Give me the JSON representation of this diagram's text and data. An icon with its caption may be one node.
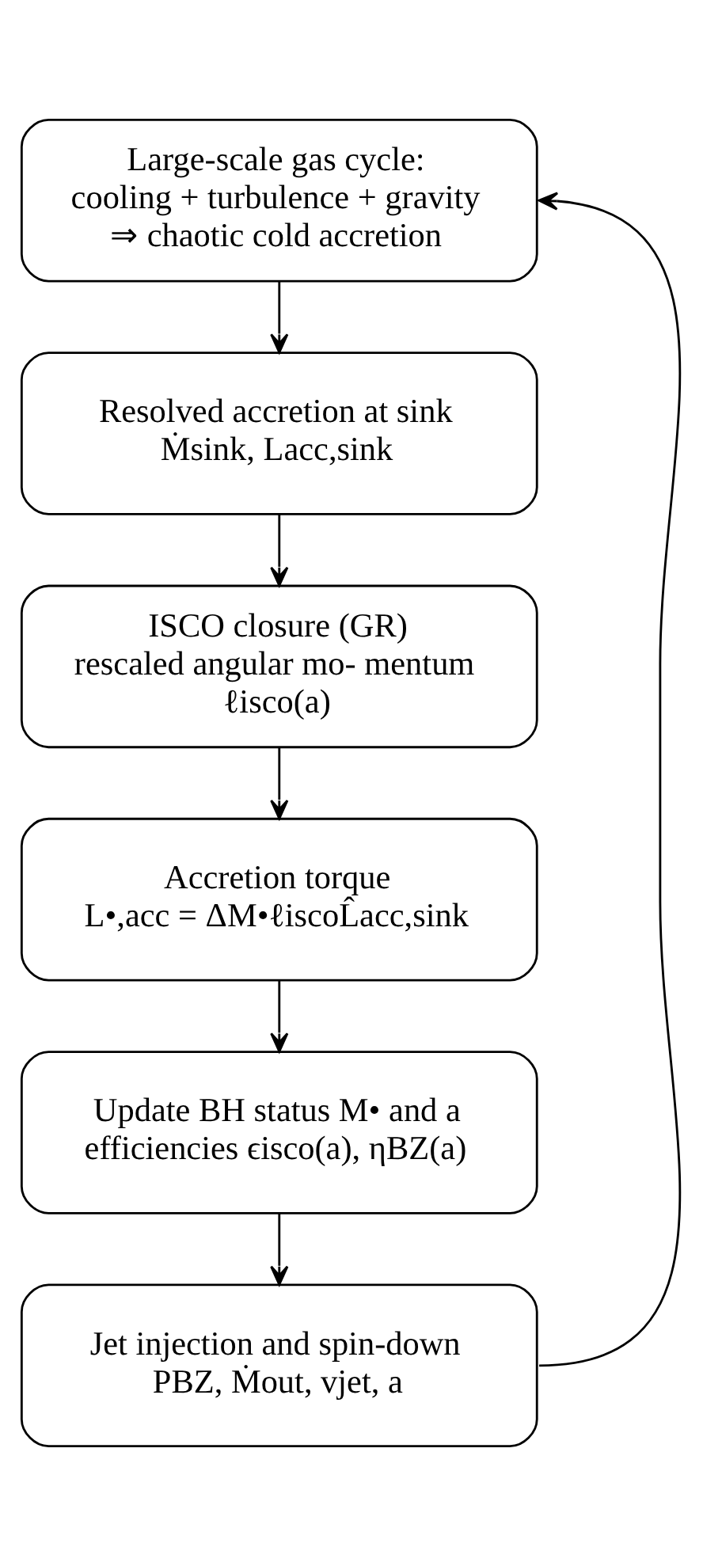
{
  "diagram": {
    "nodes": [
      {
        "text": [
          "Large-scale gas cycle:",
          "cooling + turbulence + gravity ⇒ chaotic cold accretion"
        ]
      },
      {
        "text": [
          "Resolved accretion at sink",
          "Ṁsink, Lacc,sink"
        ]
      },
      {
        "text": [
          "ISCO closure (GR)",
          "rescaled angular mo- mentum ℓisco(a)"
        ]
      },
      {
        "text": [
          "Accretion torque",
          "L•,acc = ΔM•ℓiscoL̂acc,sink"
        ]
      },
      {
        "text": [
          "Update BH status M• and a",
          "efficiencies ϵisco(a), ηBZ(a)"
        ]
      },
      {
        "text": [
          "Jet injection and spin-down",
          "PBZ, Ṁout, vjet, a"
        ]
      }
    ],
    "edges": [
      {
        "from": 0,
        "to": 1,
        "arrow": "to"
      },
      {
        "from": 1,
        "to": 2,
        "arrow": "to"
      },
      {
        "from": 2,
        "to": 3,
        "arrow": "to"
      },
      {
        "from": 3,
        "to": 4,
        "arrow": "to"
      },
      {
        "from": 4,
        "to": 5,
        "arrow": "to"
      },
      {
        "from": 5,
        "to": 0,
        "arrow": "to"
      }
    ]
  }
}
